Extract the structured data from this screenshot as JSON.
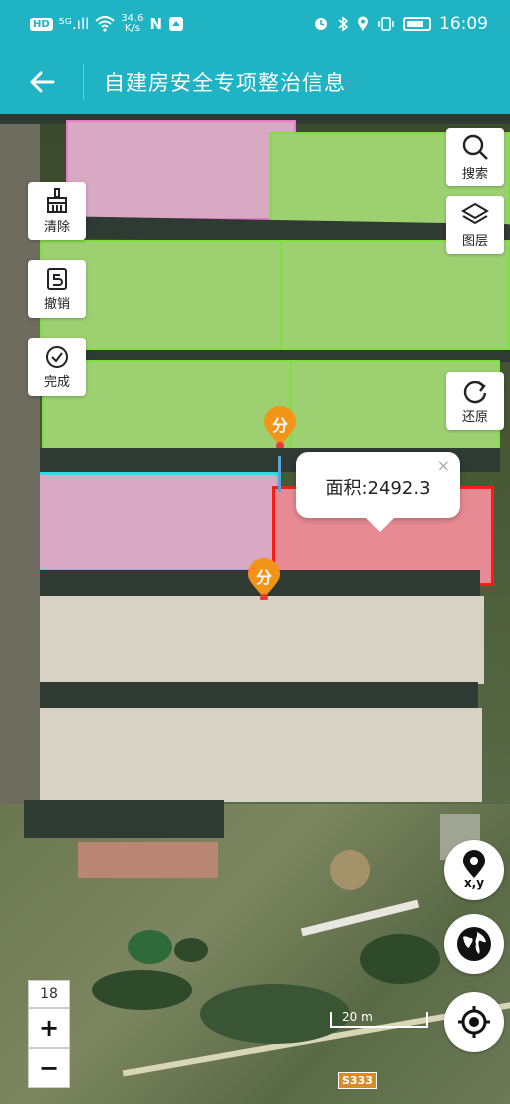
{
  "status_bar": {
    "hd_badge": "HD",
    "signal": "⁵ᴳ.ıll",
    "speed_value": "34.6",
    "speed_unit": "K/s",
    "nfc": "N",
    "time": "16:09"
  },
  "nav": {
    "title": "自建房安全专项整治信息"
  },
  "tools": {
    "clear_label": "清除",
    "undo_label": "撤销",
    "finish_label": "完成",
    "search_label": "搜索",
    "layers_label": "图层",
    "restore_label": "还原"
  },
  "markers": {
    "split_label": "分"
  },
  "popup": {
    "area_text": "面积:2492.3",
    "close": "×"
  },
  "map_controls": {
    "zoom_level": "18",
    "zoom_in": "+",
    "zoom_out": "−",
    "xy_label": "x,y",
    "scale_text": "20 m",
    "road_label": "S333"
  },
  "colors": {
    "primary": "#1fb3c4",
    "marker": "#f29418",
    "selected_outline": "#ff1a1a",
    "cyan_outline": "#2fd9e6",
    "green_outline": "#7ee03e"
  }
}
